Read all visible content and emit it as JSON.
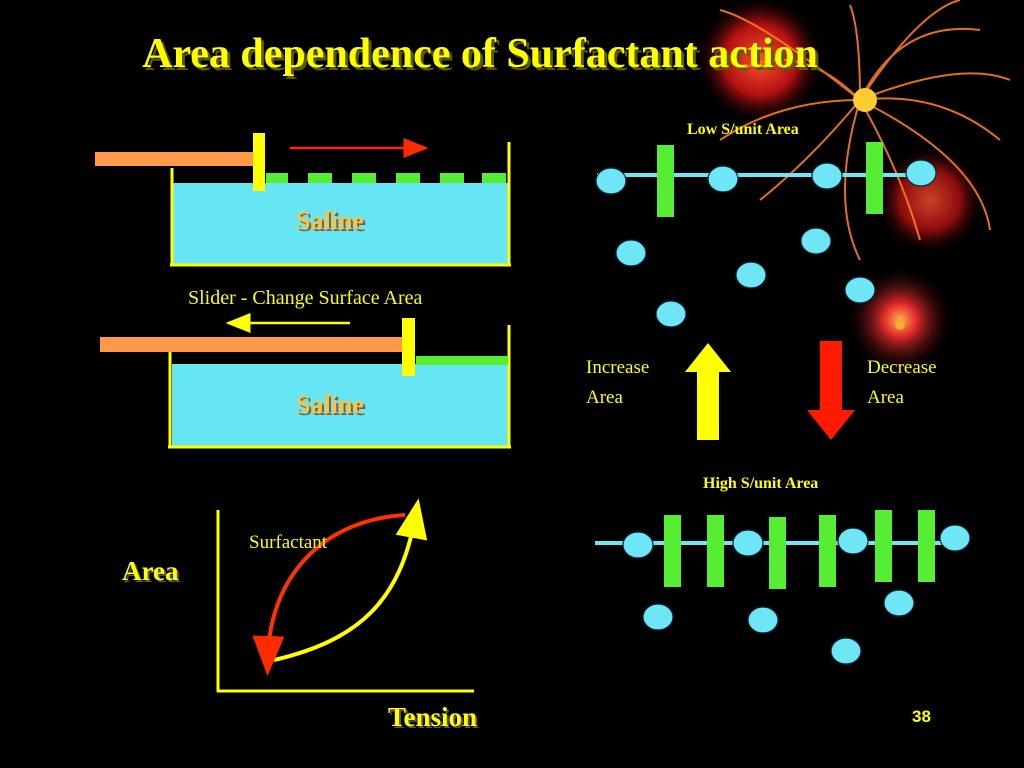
{
  "title": "Area dependence of Surfactant action",
  "trough_top": {
    "fluid_label": "Saline"
  },
  "trough_bottom": {
    "fluid_label": "Saline"
  },
  "slider_caption": "Slider - Change Surface Area",
  "graph": {
    "ylabel": "Area",
    "xlabel": "Tension",
    "curve_label": "Surfactant"
  },
  "molecules": {
    "low_label": "Low S/unit Area",
    "high_label": "High S/unit Area",
    "increase_label": [
      "Increase",
      "Area"
    ],
    "decrease_label": [
      "Decrease",
      "Area"
    ]
  },
  "colors": {
    "background": "#000000",
    "text": "#ffff00",
    "saline": "#66e5f5",
    "surfactant": "#55ee33",
    "slider_bar": "#ff9a4a",
    "arrow_red": "#ff2a00",
    "arrow_yellow": "#ffff00"
  },
  "page_number": "38"
}
